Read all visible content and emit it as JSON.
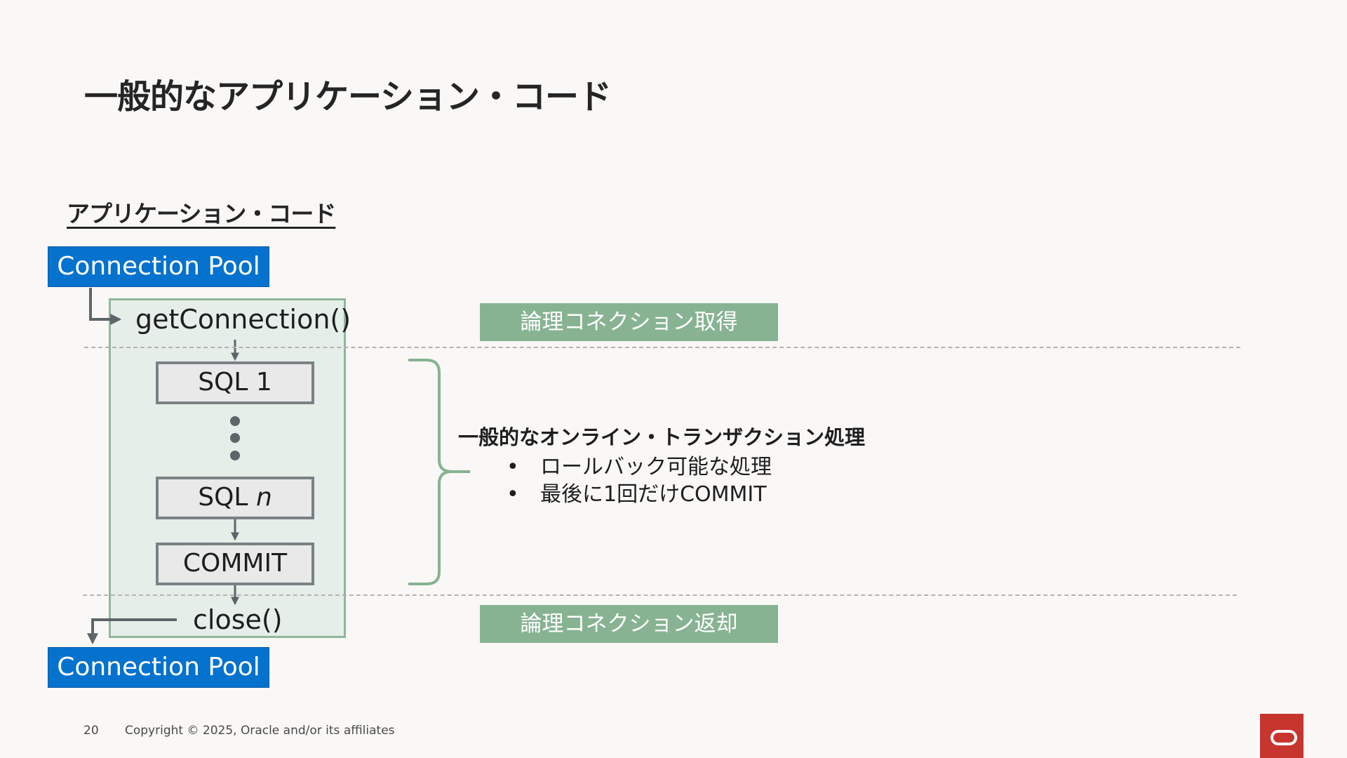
{
  "slide": {
    "title": "一般的なアプリケーション・コード",
    "section_heading": "アプリケーション・コード",
    "page_number": "20",
    "copyright": "Copyright © 2025, Oracle and/or its affiliates"
  },
  "diagram": {
    "pool_top_label": "Connection Pool",
    "pool_bottom_label": "Connection Pool",
    "get_connection": "getConnection()",
    "sql_first_prefix": "SQL",
    "sql_first_suffix": "1",
    "sql_last_prefix": "SQL",
    "sql_last_suffix": "n",
    "commit": "COMMIT",
    "close": "close()",
    "label_acquire": "論理コネクション取得",
    "label_return": "論理コネクション返却"
  },
  "transaction": {
    "heading": "一般的なオンライン・トランザクション処理",
    "bullets": [
      "ロールバック可能な処理",
      "最後に1回だけCOMMIT"
    ]
  },
  "colors": {
    "pool_blue": "#0572ce",
    "container_green": "#8eb89c",
    "label_green": "#87b393",
    "oracle_red": "#c7352f"
  }
}
